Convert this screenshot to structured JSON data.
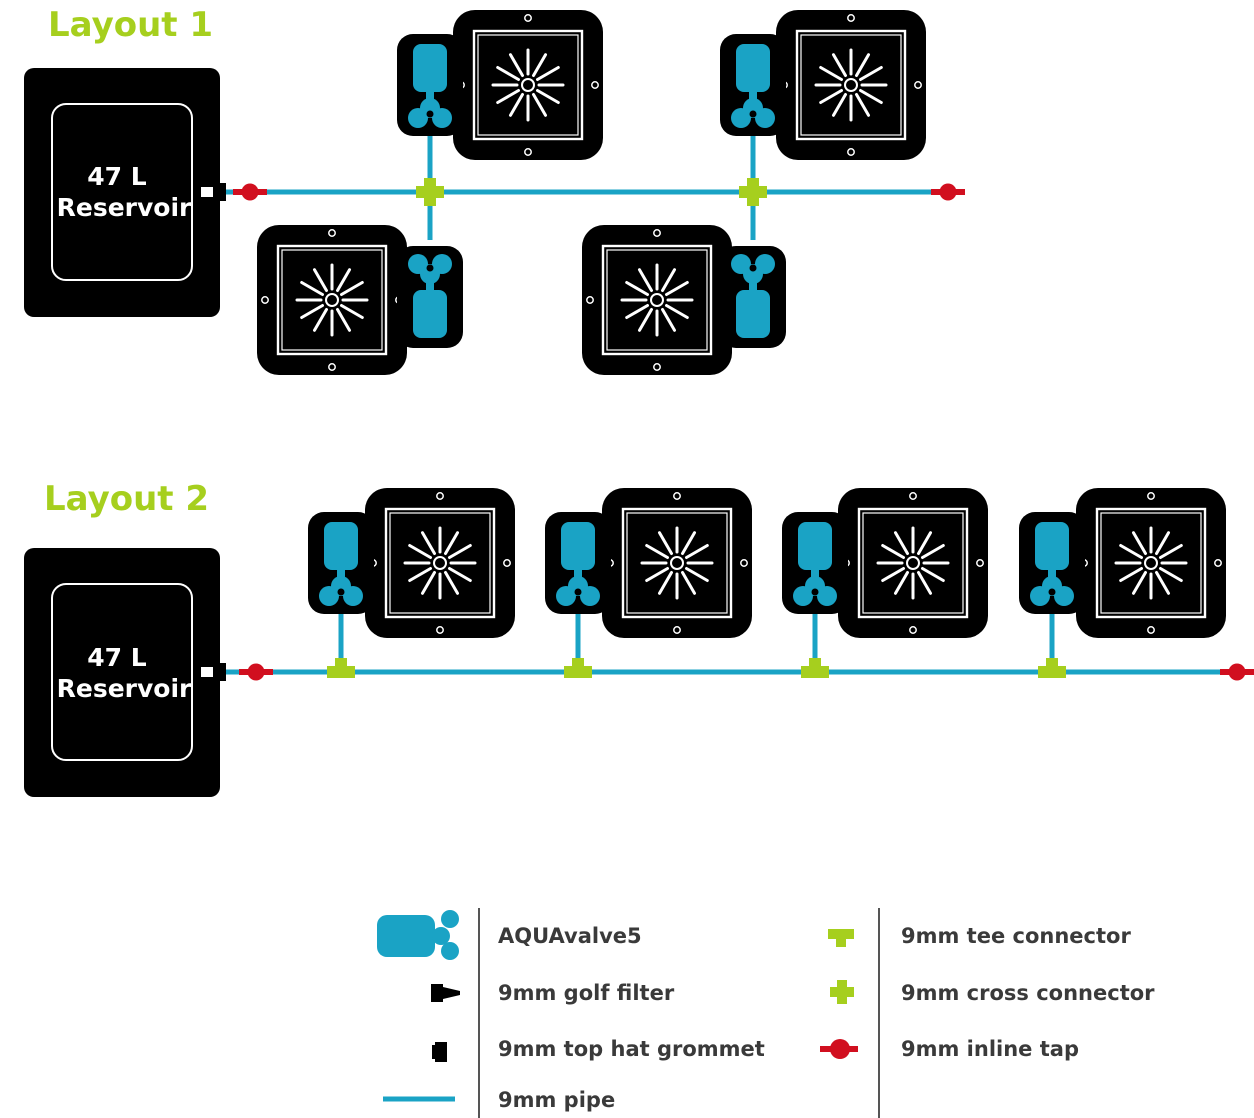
{
  "layouts": [
    {
      "title": "Layout 1",
      "reservoir": {
        "line1": "47 L",
        "line2": "Reservoir"
      }
    },
    {
      "title": "Layout 2",
      "reservoir": {
        "line1": "47 L",
        "line2": "Reservoir"
      }
    }
  ],
  "legend": {
    "left": [
      {
        "icon": "aquavalve-icon",
        "label": "AQUAvalve5"
      },
      {
        "icon": "golf-filter-icon",
        "label": "9mm golf filter"
      },
      {
        "icon": "top-hat-grommet-icon",
        "label": "9mm top hat grommet"
      },
      {
        "icon": "pipe-icon",
        "label": "9mm pipe"
      }
    ],
    "right": [
      {
        "icon": "tee-connector-icon",
        "label": "9mm tee connector"
      },
      {
        "icon": "cross-connector-icon",
        "label": "9mm cross connector"
      },
      {
        "icon": "inline-tap-icon",
        "label": "9mm inline tap"
      }
    ]
  },
  "colors": {
    "pipe": "#1aa3c5",
    "connector": "#a6cf1e",
    "tap": "#d10f1f",
    "valve": "#1aa3c5",
    "dark": "#000000",
    "title": "#a6cf1e",
    "legend_text": "#3a3a3a"
  }
}
